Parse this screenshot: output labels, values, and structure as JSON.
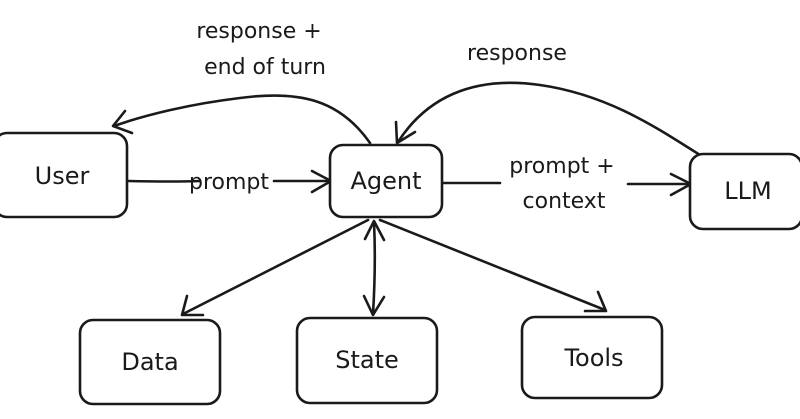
{
  "nodes": {
    "user": "User",
    "agent": "Agent",
    "llm": "LLM",
    "data": "Data",
    "state": "State",
    "tools": "Tools"
  },
  "edges": {
    "user_to_agent": "prompt",
    "agent_to_llm_line1": "prompt +",
    "agent_to_llm_line2": "context",
    "agent_to_user_line1": "response +",
    "agent_to_user_line2": "end of turn",
    "llm_to_agent": "response"
  }
}
